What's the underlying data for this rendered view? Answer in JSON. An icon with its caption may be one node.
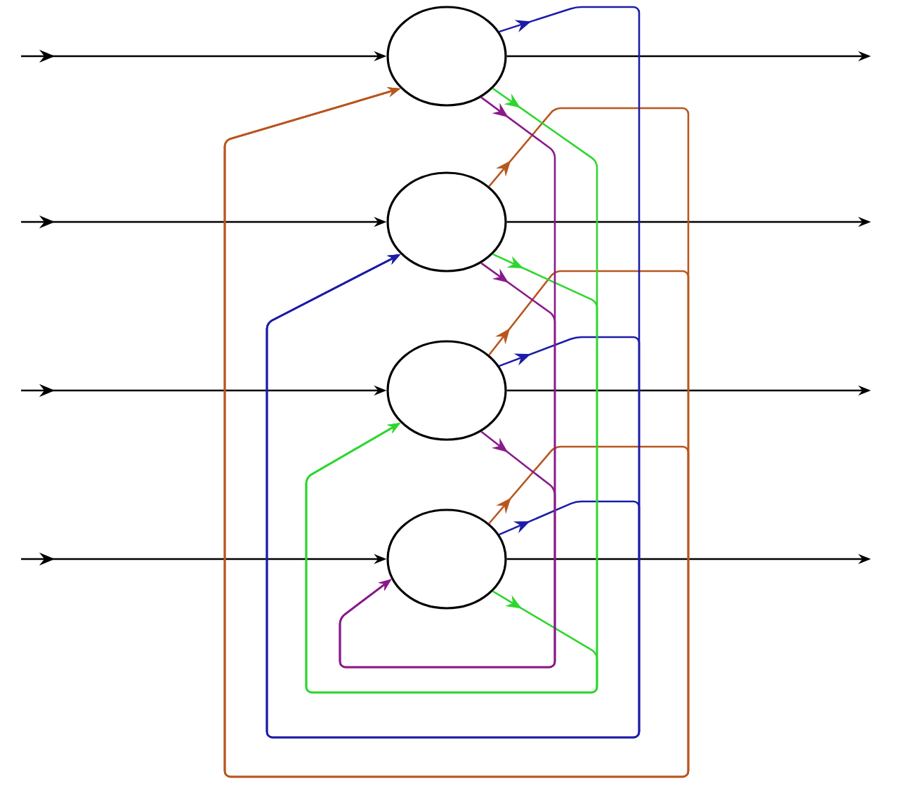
{
  "diagram": {
    "nodes": [
      {
        "text": [],
        "shape": "circle"
      },
      {
        "text": [],
        "shape": "circle"
      },
      {
        "text": [],
        "shape": "circle"
      },
      {
        "text": [],
        "shape": "circle"
      }
    ],
    "edges": [
      {
        "from": null,
        "to": 0,
        "arrow": "to"
      },
      {
        "from": null,
        "to": 1,
        "arrow": "to"
      },
      {
        "from": null,
        "to": 2,
        "arrow": "to"
      },
      {
        "from": null,
        "to": 3,
        "arrow": "to"
      },
      {
        "from": 0,
        "to": null,
        "arrow": "to"
      },
      {
        "from": 1,
        "to": null,
        "arrow": "to"
      },
      {
        "from": 2,
        "to": null,
        "arrow": "to"
      },
      {
        "from": 3,
        "to": null,
        "arrow": "to"
      },
      {
        "from": 1,
        "to": 0,
        "arrow": "to",
        "color": "#b8561e"
      },
      {
        "from": 2,
        "to": 0,
        "arrow": "to",
        "color": "#b8561e"
      },
      {
        "from": 3,
        "to": 0,
        "arrow": "to",
        "color": "#b8561e"
      },
      {
        "from": 0,
        "to": 1,
        "arrow": "to",
        "color": "#1c1ca8"
      },
      {
        "from": 2,
        "to": 1,
        "arrow": "to",
        "color": "#1c1ca8"
      },
      {
        "from": 3,
        "to": 1,
        "arrow": "to",
        "color": "#1c1ca8"
      },
      {
        "from": 0,
        "to": 2,
        "arrow": "to",
        "color": "#2ed62e"
      },
      {
        "from": 1,
        "to": 2,
        "arrow": "to",
        "color": "#2ed62e"
      },
      {
        "from": 3,
        "to": 2,
        "arrow": "to",
        "color": "#2ed62e"
      },
      {
        "from": 0,
        "to": 3,
        "arrow": "to",
        "color": "#8a1a8a"
      },
      {
        "from": 1,
        "to": 3,
        "arrow": "to",
        "color": "#8a1a8a"
      },
      {
        "from": 2,
        "to": 3,
        "arrow": "to",
        "color": "#8a1a8a"
      }
    ]
  }
}
